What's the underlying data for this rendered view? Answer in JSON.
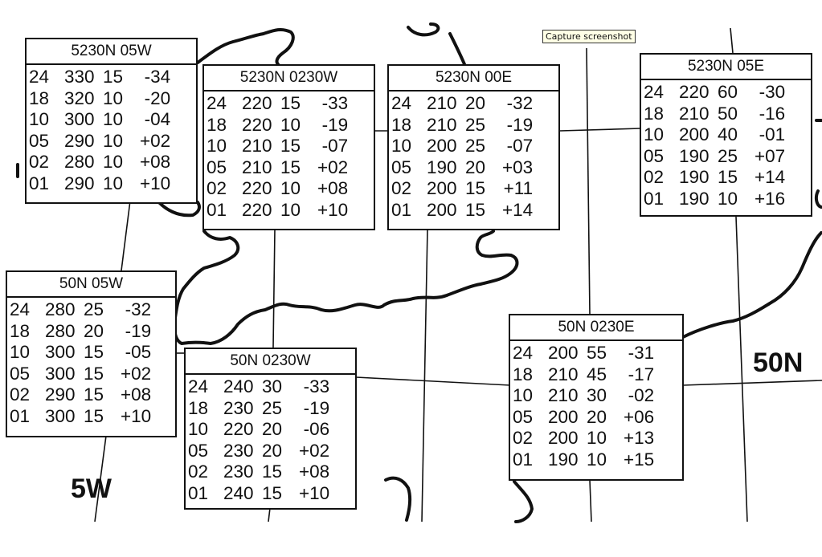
{
  "tooltip": "Capture screenshot",
  "latitude_label": "50N",
  "longitude_label": "5W",
  "colors": {
    "lines": "#111111",
    "background": "#ffffff"
  },
  "boxes": [
    {
      "name": "box-5230n-05w",
      "title": "5230N 05W",
      "rows": [
        [
          "24",
          "330",
          "15",
          "-34"
        ],
        [
          "18",
          "320",
          "10",
          "-20"
        ],
        [
          "10",
          "300",
          "10",
          "-04"
        ],
        [
          "05",
          "290",
          "10",
          "+02"
        ],
        [
          "02",
          "280",
          "10",
          "+08"
        ],
        [
          "01",
          "290",
          "10",
          "+10"
        ]
      ]
    },
    {
      "name": "box-5230n-0230w",
      "title": "5230N 0230W",
      "rows": [
        [
          "24",
          "220",
          "15",
          "-33"
        ],
        [
          "18",
          "220",
          "10",
          "-19"
        ],
        [
          "10",
          "210",
          "15",
          "-07"
        ],
        [
          "05",
          "210",
          "15",
          "+02"
        ],
        [
          "02",
          "220",
          "10",
          "+08"
        ],
        [
          "01",
          "220",
          "10",
          "+10"
        ]
      ]
    },
    {
      "name": "box-5230n-00e",
      "title": "5230N 00E",
      "rows": [
        [
          "24",
          "210",
          "20",
          "-32"
        ],
        [
          "18",
          "210",
          "25",
          "-19"
        ],
        [
          "10",
          "200",
          "25",
          "-07"
        ],
        [
          "05",
          "190",
          "20",
          "+03"
        ],
        [
          "02",
          "200",
          "15",
          "+11"
        ],
        [
          "01",
          "200",
          "15",
          "+14"
        ]
      ]
    },
    {
      "name": "box-5230n-05e",
      "title": "5230N 05E",
      "rows": [
        [
          "24",
          "220",
          "60",
          "-30"
        ],
        [
          "18",
          "210",
          "50",
          "-16"
        ],
        [
          "10",
          "200",
          "40",
          "-01"
        ],
        [
          "05",
          "190",
          "25",
          "+07"
        ],
        [
          "02",
          "190",
          "15",
          "+14"
        ],
        [
          "01",
          "190",
          "10",
          "+16"
        ]
      ]
    },
    {
      "name": "box-50n-05w",
      "title": "50N 05W",
      "rows": [
        [
          "24",
          "280",
          "25",
          "-32"
        ],
        [
          "18",
          "280",
          "20",
          "-19"
        ],
        [
          "10",
          "300",
          "15",
          "-05"
        ],
        [
          "05",
          "300",
          "15",
          "+02"
        ],
        [
          "02",
          "290",
          "15",
          "+08"
        ],
        [
          "01",
          "300",
          "15",
          "+10"
        ]
      ]
    },
    {
      "name": "box-50n-0230w",
      "title": "50N 0230W",
      "rows": [
        [
          "24",
          "240",
          "30",
          "-33"
        ],
        [
          "18",
          "230",
          "25",
          "-19"
        ],
        [
          "10",
          "220",
          "20",
          "-06"
        ],
        [
          "05",
          "230",
          "20",
          "+02"
        ],
        [
          "02",
          "230",
          "15",
          "+08"
        ],
        [
          "01",
          "240",
          "15",
          "+10"
        ]
      ]
    },
    {
      "name": "box-50n-0230e",
      "title": "50N 0230E",
      "rows": [
        [
          "24",
          "200",
          "55",
          "-31"
        ],
        [
          "18",
          "210",
          "45",
          "-17"
        ],
        [
          "10",
          "210",
          "30",
          "-02"
        ],
        [
          "05",
          "200",
          "20",
          "+06"
        ],
        [
          "02",
          "200",
          "10",
          "+13"
        ],
        [
          "01",
          "190",
          "10",
          "+15"
        ]
      ]
    }
  ]
}
